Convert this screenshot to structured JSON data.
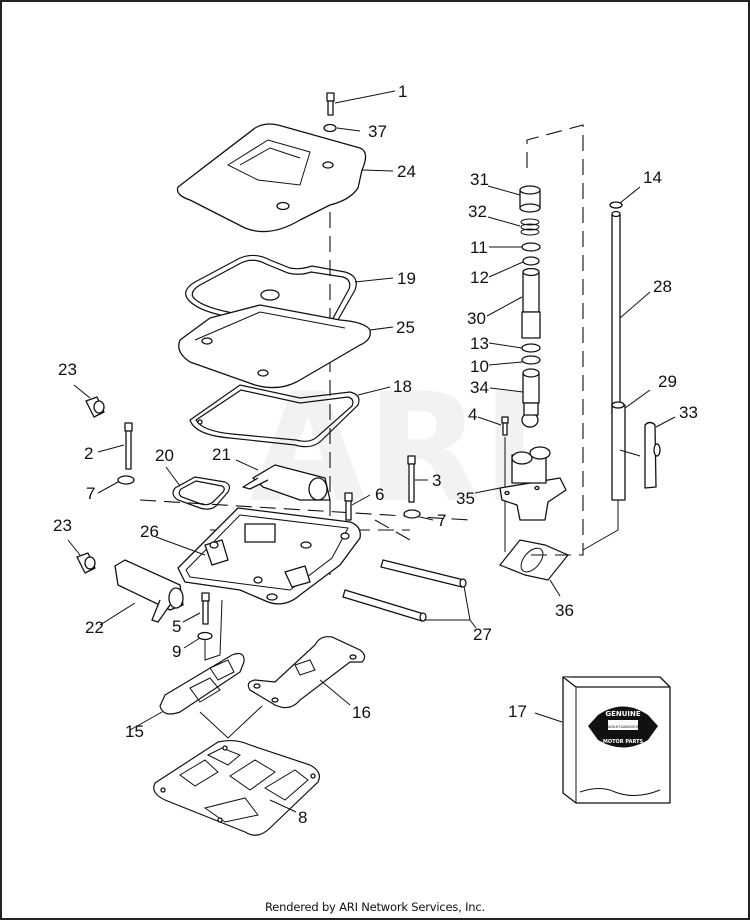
{
  "diagram": {
    "title": "Rocker box / pushrod assembly exploded parts diagram",
    "watermark": "ARI",
    "callouts": [
      {
        "id": "c1",
        "label": "1"
      },
      {
        "id": "c37",
        "label": "37"
      },
      {
        "id": "c24",
        "label": "24"
      },
      {
        "id": "c19",
        "label": "19"
      },
      {
        "id": "c25",
        "label": "25"
      },
      {
        "id": "c18",
        "label": "18"
      },
      {
        "id": "c23a",
        "label": "23"
      },
      {
        "id": "c2",
        "label": "2"
      },
      {
        "id": "c20",
        "label": "20"
      },
      {
        "id": "c21",
        "label": "21"
      },
      {
        "id": "c3",
        "label": "3"
      },
      {
        "id": "c7a",
        "label": "7"
      },
      {
        "id": "c6",
        "label": "6"
      },
      {
        "id": "c7b",
        "label": "7"
      },
      {
        "id": "c23b",
        "label": "23"
      },
      {
        "id": "c26",
        "label": "26"
      },
      {
        "id": "c22",
        "label": "22"
      },
      {
        "id": "c5",
        "label": "5"
      },
      {
        "id": "c27",
        "label": "27"
      },
      {
        "id": "c9",
        "label": "9"
      },
      {
        "id": "c15",
        "label": "15"
      },
      {
        "id": "c16",
        "label": "16"
      },
      {
        "id": "c8",
        "label": "8"
      },
      {
        "id": "c31",
        "label": "31"
      },
      {
        "id": "c32",
        "label": "32"
      },
      {
        "id": "c11",
        "label": "11"
      },
      {
        "id": "c12",
        "label": "12"
      },
      {
        "id": "c30",
        "label": "30"
      },
      {
        "id": "c13",
        "label": "13"
      },
      {
        "id": "c10",
        "label": "10"
      },
      {
        "id": "c34",
        "label": "34"
      },
      {
        "id": "c4",
        "label": "4"
      },
      {
        "id": "c35",
        "label": "35"
      },
      {
        "id": "c36",
        "label": "36"
      },
      {
        "id": "c14",
        "label": "14"
      },
      {
        "id": "c28",
        "label": "28"
      },
      {
        "id": "c29",
        "label": "29"
      },
      {
        "id": "c33",
        "label": "33"
      },
      {
        "id": "c17",
        "label": "17"
      }
    ],
    "kit_box": {
      "logo_top": "GENUINE",
      "logo_middle": "HARLEY-DAVIDSON",
      "logo_bottom": "MOTOR PARTS"
    }
  },
  "footer": {
    "text": "Rendered by ARI Network Services, Inc."
  }
}
